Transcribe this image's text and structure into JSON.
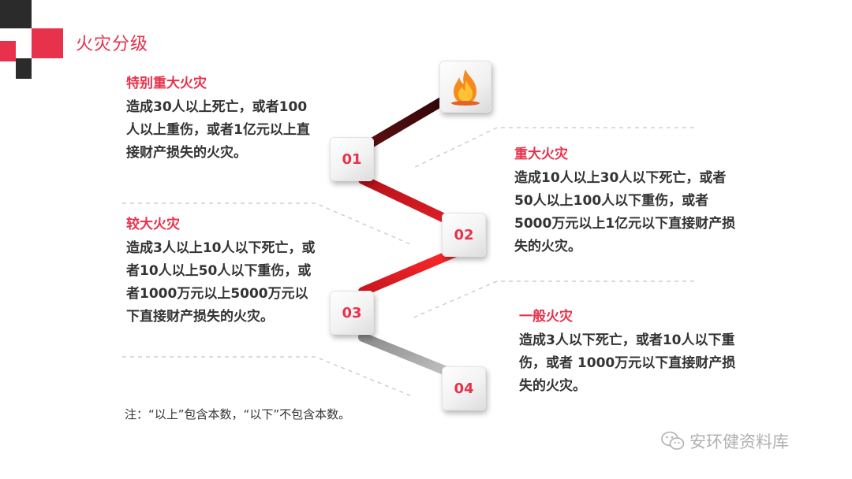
{
  "header": {
    "title": "火灾分级"
  },
  "diagram": {
    "steps": [
      {
        "number": "01",
        "title": "特别重大火灾",
        "description": "造成30人以上死亡，或者100人以上重伤，或者1亿元以上直接财产损失的火灾。"
      },
      {
        "number": "02",
        "title": "重大火灾",
        "description": "造成10人以上30人以下死亡，或者50人以上100人以下重伤，或者5000万元以上1亿元以下直接财产损失的火灾。"
      },
      {
        "number": "03",
        "title": "较大火灾",
        "description": "造成3人以上10人以下死亡，或者10人以上50人以下重伤，或者1000万元以上5000万元以下直接财产损失的火灾。"
      },
      {
        "number": "04",
        "title": "一般火灾",
        "description": "造成3人以下死亡，或者10人以下重伤，或者 1000万元以下直接财产损失的火灾。"
      }
    ],
    "top_icon": "fire-icon",
    "connector_colors": [
      "#5a0f12",
      "#e01f26",
      "#e01f26",
      "#a6a6a6"
    ]
  },
  "note": "注：“以上”包含本数，“以下”不包含本数。",
  "watermark": {
    "text": "安环健资料库",
    "icon": "wechat-icon"
  },
  "colors": {
    "accent": "#e8314a",
    "dark_square": "#2b2b2b"
  }
}
